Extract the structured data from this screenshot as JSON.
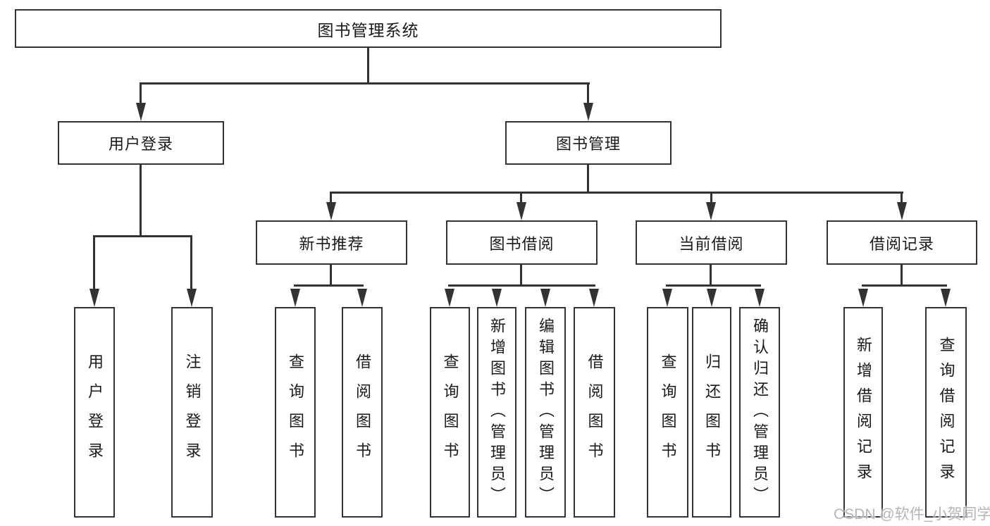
{
  "diagram": {
    "title": "图书管理系统",
    "type": "hierarchy-tree",
    "colors": {
      "line": "#333333",
      "text": "#1a1a1a",
      "background": "#ffffff",
      "watermark": "#b5b5b5"
    },
    "nodes": {
      "root": "图书管理系统",
      "user_login_group": "用户登录",
      "book_mgmt_group": "图书管理",
      "new_book_rec": "新书推荐",
      "book_borrow": "图书借阅",
      "current_borrow": "当前借阅",
      "borrow_records": "借阅记录",
      "leaf_user_login": "用户登录",
      "leaf_logout": "注销登录",
      "leaf_query_book_1": "查询图书",
      "leaf_borrow_book_1": "借阅图书",
      "leaf_query_book_2": "查询图书",
      "leaf_add_book_admin": "新增图书（管理员）",
      "leaf_edit_book_admin": "编辑图书（管理员）",
      "leaf_borrow_book_2": "借阅图书",
      "leaf_query_book_3": "查询图书",
      "leaf_return_book": "归还图书",
      "leaf_confirm_return_admin": "确认归还（管理员）",
      "leaf_add_borrow_record": "新增借阅记录",
      "leaf_query_borrow_record": "查询借阅记录"
    },
    "edges": [
      [
        "root",
        "用户登录"
      ],
      [
        "root",
        "图书管理"
      ],
      [
        "用户登录",
        "用户登录(叶)"
      ],
      [
        "用户登录",
        "注销登录"
      ],
      [
        "图书管理",
        "新书推荐"
      ],
      [
        "图书管理",
        "图书借阅"
      ],
      [
        "图书管理",
        "当前借阅"
      ],
      [
        "图书管理",
        "借阅记录"
      ],
      [
        "新书推荐",
        "查询图书"
      ],
      [
        "新书推荐",
        "借阅图书"
      ],
      [
        "图书借阅",
        "查询图书"
      ],
      [
        "图书借阅",
        "新增图书（管理员）"
      ],
      [
        "图书借阅",
        "编辑图书（管理员）"
      ],
      [
        "图书借阅",
        "借阅图书"
      ],
      [
        "当前借阅",
        "查询图书"
      ],
      [
        "当前借阅",
        "归还图书"
      ],
      [
        "当前借阅",
        "确认归还（管理员）"
      ],
      [
        "借阅记录",
        "新增借阅记录"
      ],
      [
        "借阅记录",
        "查询借阅记录"
      ]
    ],
    "watermark": "CSDN @软件_小贺同学"
  }
}
